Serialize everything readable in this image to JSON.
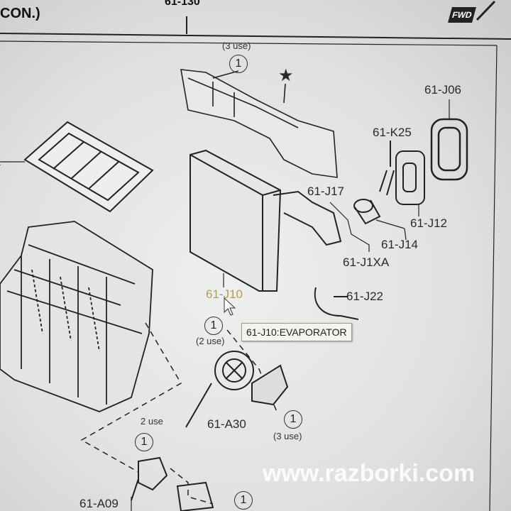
{
  "header": {
    "section_title": "CON.)",
    "group_code": "61-130",
    "fwd_icon_text": "FWD"
  },
  "parts": {
    "duct": {
      "qty_label": "(3 use)",
      "ref": "1",
      "star": "★"
    },
    "filter_ref": "1",
    "j06": "61-J06",
    "k25": "61-K25",
    "j17": "61-J17",
    "j12": "61-J12",
    "j14": "61-J14",
    "j1xa": "61-J1XA",
    "j10": "61-J10",
    "j22": "61-J22",
    "motor": {
      "ref": "1",
      "qty_label": "(2 use)"
    },
    "a30": "61-A30",
    "bracket": {
      "ref": "1",
      "qty_label": "(3 use)"
    },
    "lower": {
      "qty_label": "2 use",
      "ref1": "1",
      "ref2": "1"
    },
    "a09": "61-A09"
  },
  "tooltip": {
    "text": "61-J10:EVAPORATOR"
  },
  "watermark": "www.razborki.com"
}
